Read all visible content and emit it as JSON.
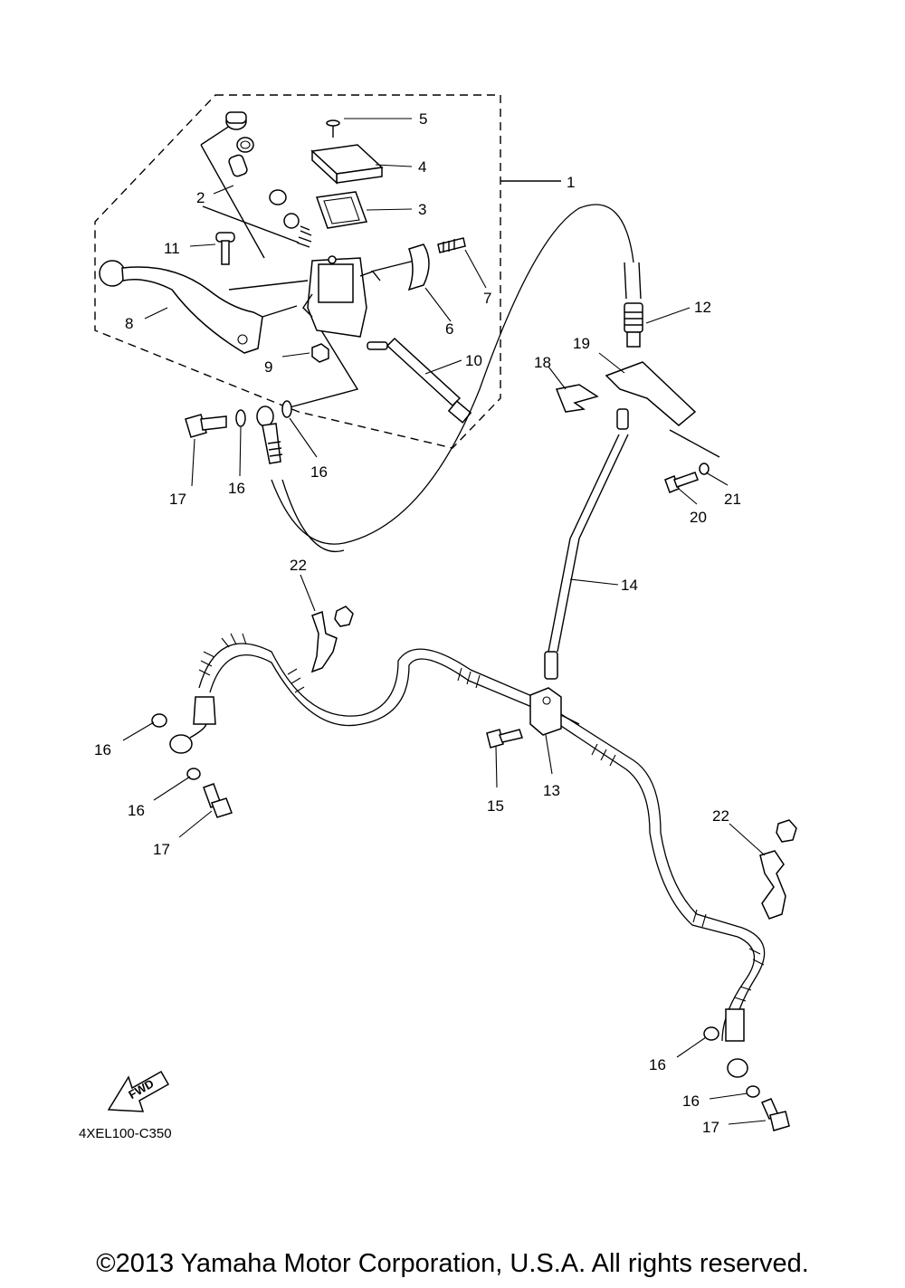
{
  "diagram": {
    "code": "4XEL100-C350",
    "fwd_label": "FWD",
    "callouts": {
      "c1": "1",
      "c2": "2",
      "c3": "3",
      "c4": "4",
      "c5": "5",
      "c6": "6",
      "c7": "7",
      "c8": "8",
      "c9": "9",
      "c10": "10",
      "c11": "11",
      "c12": "12",
      "c13": "13",
      "c14": "14",
      "c15": "15",
      "c16a": "16",
      "c16b": "16",
      "c16c": "16",
      "c16d": "16",
      "c16e": "16",
      "c16f": "16",
      "c17a": "17",
      "c17b": "17",
      "c17c": "17",
      "c18": "18",
      "c19": "19",
      "c20": "20",
      "c21": "21",
      "c22a": "22",
      "c22b": "22"
    }
  },
  "footer": {
    "copyright": "©2013 Yamaha Motor Corporation, U.S.A. All rights reserved."
  }
}
